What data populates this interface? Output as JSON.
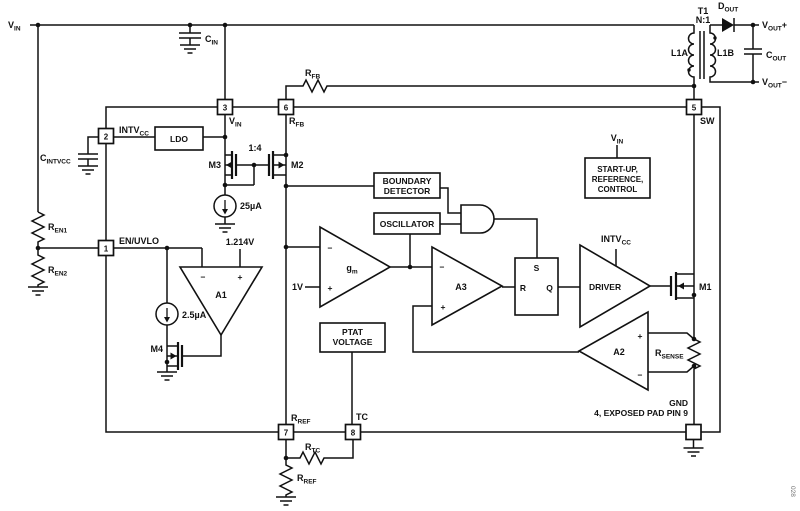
{
  "diagram": {
    "fig_number": "028",
    "pins": {
      "p1": "1",
      "p2": "2",
      "p3": "3",
      "p5": "5",
      "p6": "6",
      "p7": "7",
      "p8": "8"
    },
    "text": {
      "en_uvlo": "EN/UVLO",
      "sw": "SW",
      "tc": "TC",
      "gnd": "GND",
      "exposed_pad": "4, EXPOSED PAD PIN 9",
      "ldo": "LDO",
      "driver": "DRIVER",
      "oscillator": "OSCILLATOR",
      "boundary1": "BOUNDARY",
      "boundary2": "DETECTOR",
      "ptat1": "PTAT",
      "ptat2": "VOLTAGE",
      "startup1": "START-UP,",
      "startup2": "REFERENCE,",
      "startup3": "CONTROL",
      "a1": "A1",
      "a2": "A2",
      "a3": "A3",
      "m1": "M1",
      "m2": "M2",
      "m3": "M3",
      "m4": "M4",
      "s": "S",
      "r": "R",
      "q": "Q",
      "t1": "T1",
      "n_ratio": "N:1",
      "l1a": "L1A",
      "l1b": "L1B",
      "mirror_ratio": "1:4",
      "i25": "25µA",
      "i2_5": "2.5µA",
      "vref": "1.214V",
      "v1": "1V",
      "minus": "−",
      "plus": "+"
    },
    "sub_labels": {
      "v_in": [
        {
          "t": "V"
        },
        {
          "t": "IN",
          "s": 1
        }
      ],
      "intv_cc": [
        {
          "t": "INTV"
        },
        {
          "t": "CC",
          "s": 1
        }
      ],
      "c_in": [
        {
          "t": "C"
        },
        {
          "t": "IN",
          "s": 1
        }
      ],
      "c_intvcc": [
        {
          "t": "C"
        },
        {
          "t": "INTVCC",
          "s": 1
        }
      ],
      "r_en1": [
        {
          "t": "R"
        },
        {
          "t": "EN1",
          "s": 1
        }
      ],
      "r_en2": [
        {
          "t": "R"
        },
        {
          "t": "EN2",
          "s": 1
        }
      ],
      "r_fb": [
        {
          "t": "R"
        },
        {
          "t": "FB",
          "s": 1
        }
      ],
      "r_ref": [
        {
          "t": "R"
        },
        {
          "t": "REF",
          "s": 1
        }
      ],
      "r_tc": [
        {
          "t": "R"
        },
        {
          "t": "TC",
          "s": 1
        }
      ],
      "r_sense": [
        {
          "t": "R"
        },
        {
          "t": "SENSE",
          "s": 1
        }
      ],
      "d_out": [
        {
          "t": "D"
        },
        {
          "t": "OUT",
          "s": 1
        }
      ],
      "c_out": [
        {
          "t": "C"
        },
        {
          "t": "OUT",
          "s": 1
        }
      ],
      "v_out_plus": [
        {
          "t": "V"
        },
        {
          "t": "OUT",
          "s": 1
        },
        {
          "t": "+"
        }
      ],
      "v_out_minus": [
        {
          "t": "V"
        },
        {
          "t": "OUT",
          "s": 1
        },
        {
          "t": "−"
        }
      ],
      "g_m": [
        {
          "t": "g"
        },
        {
          "t": "m",
          "s": 1
        }
      ]
    }
  }
}
